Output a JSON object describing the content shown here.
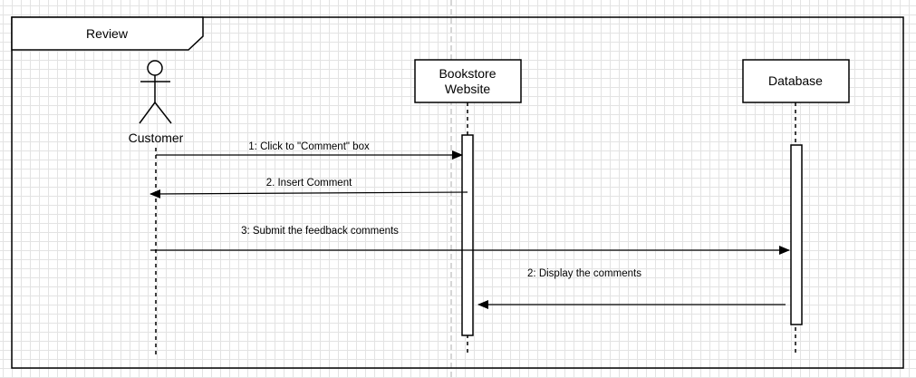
{
  "frame": {
    "title": "Review"
  },
  "participants": {
    "customer": {
      "label": "Customer"
    },
    "website": {
      "label_line1": "Bookstore",
      "label_line2": "Website"
    },
    "database": {
      "label": "Database"
    }
  },
  "messages": [
    {
      "label": "1: Click to \"Comment\" box",
      "from": "Customer",
      "to": "Bookstore Website"
    },
    {
      "label": "2.  Insert Comment",
      "from": "Bookstore Website",
      "to": "Customer"
    },
    {
      "label": "3: Submit the feedback comments",
      "from": "Customer",
      "to": "Database"
    },
    {
      "label": "2: Display the comments",
      "from": "Database",
      "to": "Bookstore Website"
    }
  ]
}
